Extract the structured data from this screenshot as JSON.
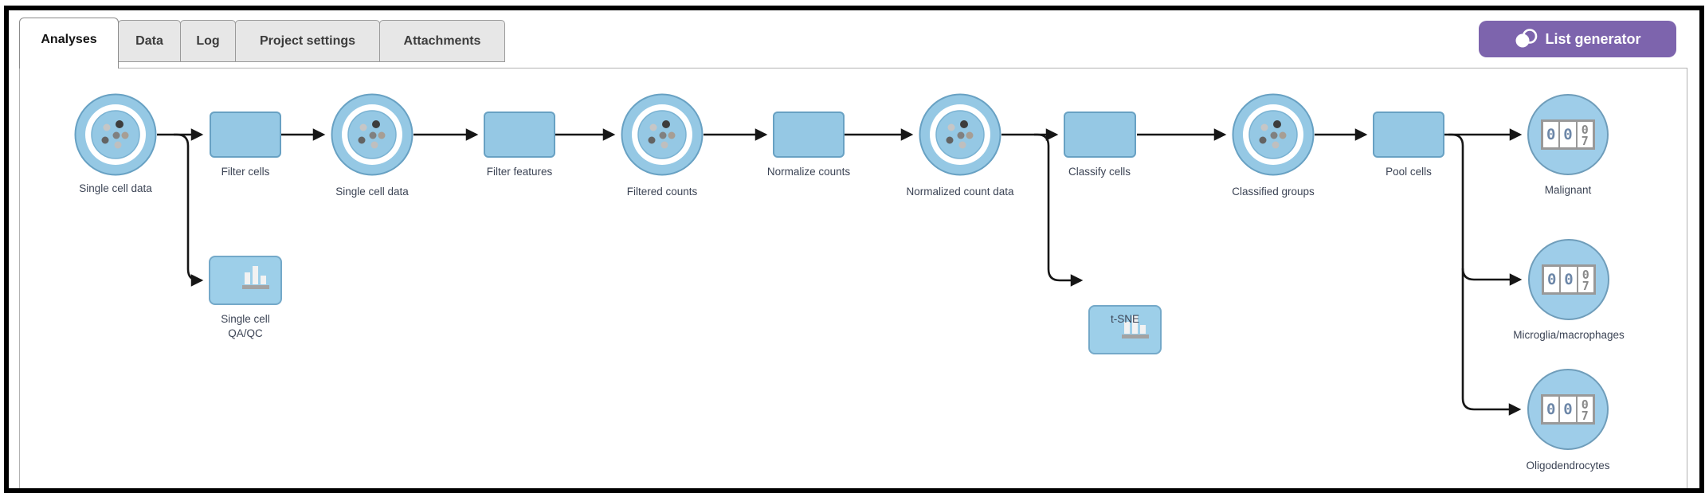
{
  "tabs": [
    {
      "label": "Analyses",
      "active": true
    },
    {
      "label": "Data",
      "active": false
    },
    {
      "label": "Log",
      "active": false
    },
    {
      "label": "Project settings",
      "active": false
    },
    {
      "label": "Attachments",
      "active": false
    }
  ],
  "toolbar": {
    "list_generator_label": "List generator"
  },
  "colors": {
    "accent_purple": "#7d64ad",
    "node_blue": "#95c8e4",
    "node_border": "#68a1c3",
    "edge": "#161616",
    "label_text": "#3c4455"
  },
  "icons": {
    "counter": {
      "digit1": "0",
      "digit2": "0",
      "roll_top": "0",
      "roll_bottom": "7"
    }
  },
  "flow": {
    "nodes": [
      {
        "id": "single-cell-data-1",
        "type": "dataset-circle",
        "label": "Single cell data"
      },
      {
        "id": "filter-cells",
        "type": "operation-rect",
        "label": "Filter cells"
      },
      {
        "id": "single-cell-data-2",
        "type": "dataset-circle",
        "label": "Single cell data"
      },
      {
        "id": "filter-features",
        "type": "operation-rect",
        "label": "Filter features"
      },
      {
        "id": "filtered-counts",
        "type": "dataset-circle",
        "label": "Filtered counts"
      },
      {
        "id": "normalize-counts",
        "type": "operation-rect",
        "label": "Normalize counts"
      },
      {
        "id": "normalized-count-data",
        "type": "dataset-circle",
        "label": "Normalized count data"
      },
      {
        "id": "classify-cells",
        "type": "operation-rect",
        "label": "Classify cells"
      },
      {
        "id": "classified-groups",
        "type": "dataset-circle",
        "label": "Classified groups"
      },
      {
        "id": "pool-cells",
        "type": "operation-rect",
        "label": "Pool cells"
      },
      {
        "id": "malignant",
        "type": "counter-circle",
        "label": "Malignant"
      },
      {
        "id": "single-cell-qaqc",
        "type": "plot-rect",
        "label": "Single cell QA/QC"
      },
      {
        "id": "tsne",
        "type": "plot-rect",
        "label": "t-SNE"
      },
      {
        "id": "microglia-macrophages",
        "type": "counter-circle",
        "label": "Microglia/macrophages"
      },
      {
        "id": "oligodendrocytes",
        "type": "counter-circle",
        "label": "Oligodendrocytes"
      }
    ],
    "edges": [
      {
        "from": "single-cell-data-1",
        "to": "filter-cells"
      },
      {
        "from": "single-cell-data-1",
        "to": "single-cell-qaqc"
      },
      {
        "from": "filter-cells",
        "to": "single-cell-data-2"
      },
      {
        "from": "single-cell-data-2",
        "to": "filter-features"
      },
      {
        "from": "filter-features",
        "to": "filtered-counts"
      },
      {
        "from": "filtered-counts",
        "to": "normalize-counts"
      },
      {
        "from": "normalize-counts",
        "to": "normalized-count-data"
      },
      {
        "from": "normalized-count-data",
        "to": "classify-cells"
      },
      {
        "from": "normalized-count-data",
        "to": "tsne"
      },
      {
        "from": "classify-cells",
        "to": "classified-groups"
      },
      {
        "from": "classified-groups",
        "to": "pool-cells"
      },
      {
        "from": "pool-cells",
        "to": "malignant"
      },
      {
        "from": "pool-cells",
        "to": "microglia-macrophages"
      },
      {
        "from": "pool-cells",
        "to": "oligodendrocytes"
      }
    ]
  }
}
